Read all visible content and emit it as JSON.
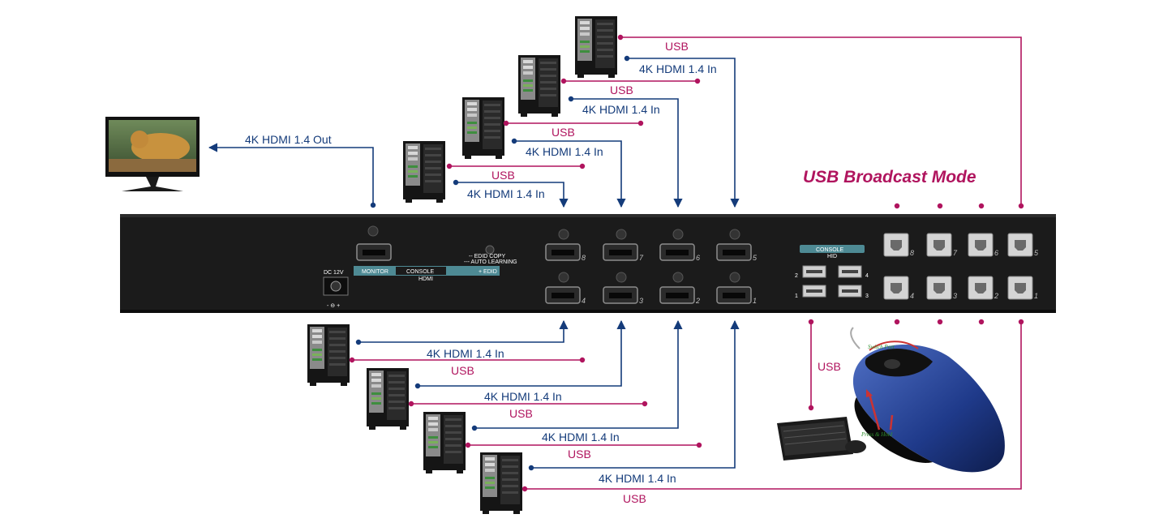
{
  "mode_title": "USB Broadcast Mode",
  "labels": {
    "hdmi_out": "4K HDMI 1.4 Out",
    "hdmi_in": "4K HDMI 1.4 In",
    "usb": "USB"
  },
  "panel": {
    "monitor": "MONITOR",
    "console": "CONSOLE",
    "hdmi": "HDMI",
    "edid": "+ EDID",
    "edid_copy": "-- EDID COPY",
    "auto_learning": "--- AUTO LEARNING",
    "dc": "DC 12V",
    "hid_console": "CONSOLE",
    "hid": "HID"
  },
  "mouse_notes": {
    "switch_port": "Switch Port",
    "press_hold": "Press & Hold"
  },
  "ports_top": [
    "8",
    "7",
    "6",
    "5"
  ],
  "ports_bottom": [
    "4",
    "3",
    "2",
    "1"
  ],
  "usb_ports_top": [
    "8",
    "7",
    "6",
    "5"
  ],
  "usb_ports_bottom": [
    "4",
    "3",
    "2",
    "1"
  ],
  "hid_nums": [
    "2",
    "4",
    "1",
    "3"
  ],
  "colors": {
    "usb": "#b0145e",
    "hdmi": "#143b7a",
    "panel": "#1b1b1b",
    "stripe": "#4e8a94"
  }
}
